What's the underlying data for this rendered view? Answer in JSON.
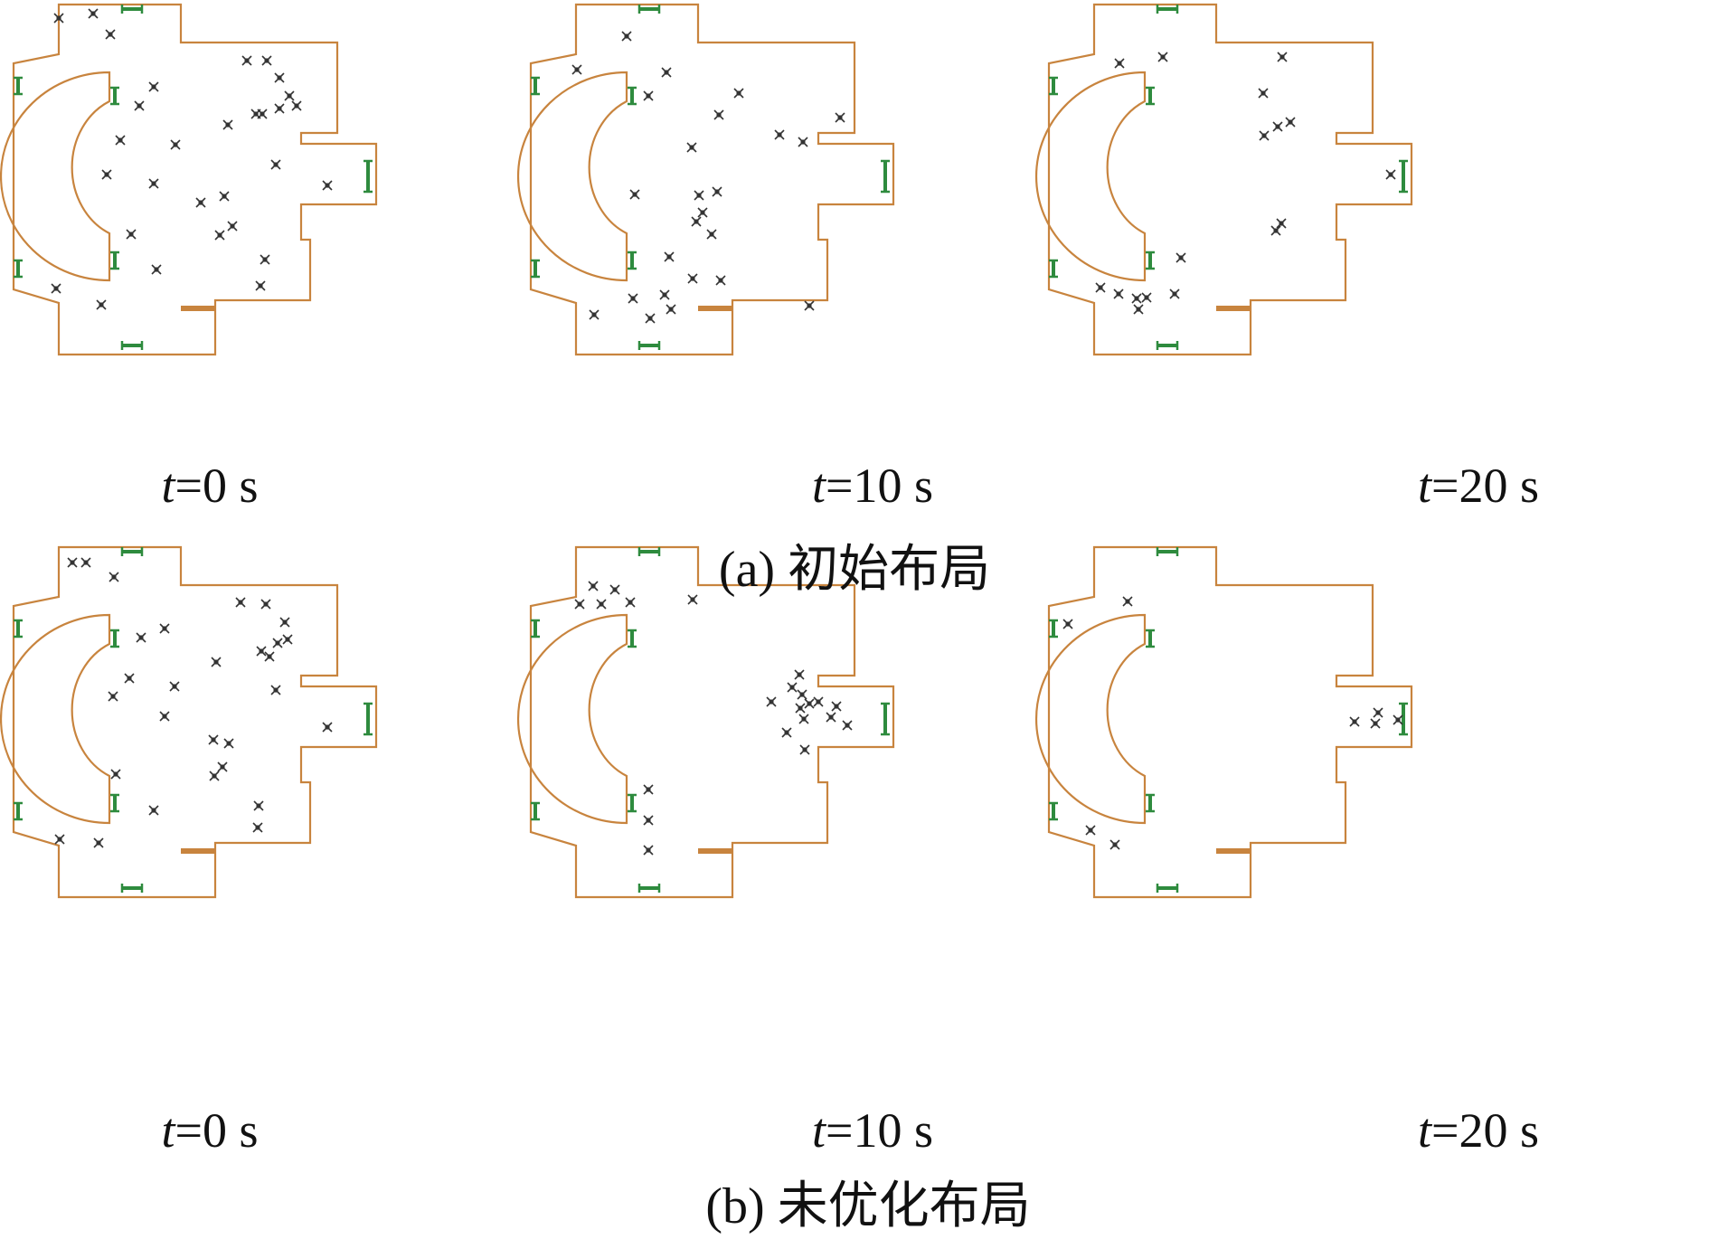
{
  "colors": {
    "wall": "#c8843e",
    "exit": "#2e8b3e",
    "agent": "#333333",
    "background": "#ffffff"
  },
  "row_titles": [
    "(a) 初始布局",
    "(b)  未优化布局"
  ],
  "time_labels": [
    {
      "var": "t",
      "rest": "=0 s"
    },
    {
      "var": "t",
      "rest": "=10 s"
    },
    {
      "var": "t",
      "rest": "=20 s"
    }
  ],
  "panels": [
    {
      "row": "a",
      "label_index": 0,
      "agents": [
        [
          65,
          20
        ],
        [
          103,
          15
        ],
        [
          122,
          38
        ],
        [
          273,
          67
        ],
        [
          295,
          67
        ],
        [
          309,
          86
        ],
        [
          320,
          106
        ],
        [
          328,
          117
        ],
        [
          309,
          120
        ],
        [
          290,
          126
        ],
        [
          283,
          126
        ],
        [
          252,
          138
        ],
        [
          170,
          96
        ],
        [
          154,
          117
        ],
        [
          133,
          155
        ],
        [
          194,
          160
        ],
        [
          118,
          193
        ],
        [
          170,
          203
        ],
        [
          305,
          182
        ],
        [
          362,
          205
        ],
        [
          222,
          224
        ],
        [
          248,
          217
        ],
        [
          145,
          259
        ],
        [
          243,
          260
        ],
        [
          257,
          250
        ],
        [
          293,
          287
        ],
        [
          288,
          316
        ],
        [
          173,
          298
        ],
        [
          62,
          319
        ],
        [
          112,
          337
        ]
      ]
    },
    {
      "row": "a",
      "label_index": 1,
      "agents": [
        [
          693,
          40
        ],
        [
          638,
          77
        ],
        [
          737,
          80
        ],
        [
          717,
          106
        ],
        [
          817,
          103
        ],
        [
          795,
          127
        ],
        [
          929,
          130
        ],
        [
          862,
          149
        ],
        [
          888,
          157
        ],
        [
          765,
          163
        ],
        [
          702,
          215
        ],
        [
          773,
          216
        ],
        [
          793,
          212
        ],
        [
          777,
          235
        ],
        [
          770,
          245
        ],
        [
          787,
          259
        ],
        [
          740,
          284
        ],
        [
          766,
          308
        ],
        [
          797,
          310
        ],
        [
          700,
          330
        ],
        [
          735,
          326
        ],
        [
          742,
          342
        ],
        [
          719,
          352
        ],
        [
          657,
          348
        ],
        [
          895,
          338
        ]
      ]
    },
    {
      "row": "a",
      "label_index": 2,
      "agents": [
        [
          1238,
          70
        ],
        [
          1286,
          63
        ],
        [
          1418,
          63
        ],
        [
          1397,
          103
        ],
        [
          1398,
          150
        ],
        [
          1413,
          140
        ],
        [
          1427,
          135
        ],
        [
          1411,
          255
        ],
        [
          1417,
          247
        ],
        [
          1538,
          193
        ],
        [
          1306,
          285
        ],
        [
          1217,
          318
        ],
        [
          1237,
          325
        ],
        [
          1257,
          330
        ],
        [
          1268,
          329
        ],
        [
          1259,
          342
        ],
        [
          1299,
          325
        ]
      ]
    },
    {
      "row": "b",
      "label_index": 0,
      "agents": [
        [
          80,
          622
        ],
        [
          95,
          622
        ],
        [
          126,
          638
        ],
        [
          266,
          666
        ],
        [
          294,
          668
        ],
        [
          315,
          688
        ],
        [
          318,
          707
        ],
        [
          307,
          711
        ],
        [
          289,
          720
        ],
        [
          298,
          726
        ],
        [
          239,
          732
        ],
        [
          182,
          695
        ],
        [
          156,
          705
        ],
        [
          143,
          750
        ],
        [
          125,
          770
        ],
        [
          193,
          759
        ],
        [
          182,
          792
        ],
        [
          305,
          763
        ],
        [
          362,
          804
        ],
        [
          236,
          818
        ],
        [
          253,
          822
        ],
        [
          237,
          858
        ],
        [
          246,
          848
        ],
        [
          128,
          856
        ],
        [
          170,
          896
        ],
        [
          286,
          891
        ],
        [
          285,
          915
        ],
        [
          66,
          928
        ],
        [
          109,
          932
        ]
      ]
    },
    {
      "row": "b",
      "label_index": 1,
      "agents": [
        [
          656,
          648
        ],
        [
          680,
          652
        ],
        [
          697,
          666
        ],
        [
          766,
          663
        ],
        [
          641,
          668
        ],
        [
          665,
          668
        ],
        [
          884,
          746
        ],
        [
          876,
          760
        ],
        [
          887,
          768
        ],
        [
          905,
          776
        ],
        [
          895,
          778
        ],
        [
          853,
          776
        ],
        [
          885,
          783
        ],
        [
          925,
          781
        ],
        [
          919,
          793
        ],
        [
          937,
          802
        ],
        [
          889,
          795
        ],
        [
          870,
          810
        ],
        [
          890,
          829
        ],
        [
          717,
          873
        ],
        [
          717,
          907
        ],
        [
          717,
          940
        ]
      ]
    },
    {
      "row": "b",
      "label_index": 2,
      "agents": [
        [
          1181,
          690
        ],
        [
          1247,
          665
        ],
        [
          1206,
          918
        ],
        [
          1233,
          934
        ],
        [
          1498,
          798
        ],
        [
          1524,
          788
        ],
        [
          1521,
          800
        ],
        [
          1546,
          796
        ]
      ]
    }
  ]
}
